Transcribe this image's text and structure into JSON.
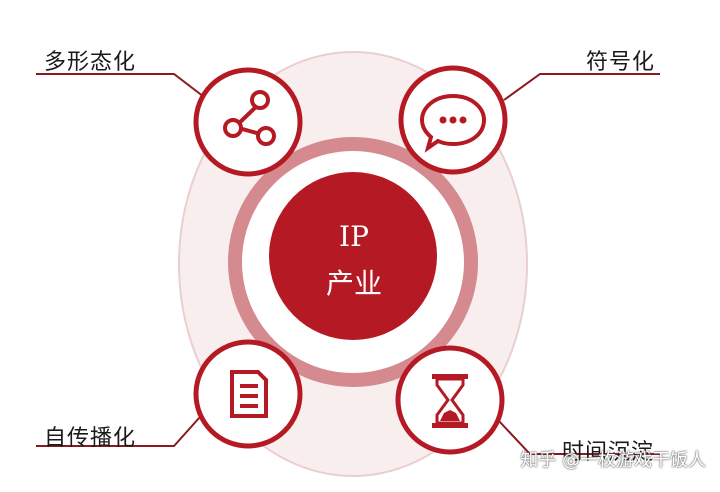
{
  "colors": {
    "primary": "#b51a24",
    "ring": "#d48a8e",
    "outer": "#f3e2e3",
    "line": "#8a1a20"
  },
  "center": {
    "line1": "IP",
    "line2": "产业"
  },
  "nodes": [
    {
      "label": "多形态化",
      "icon": "share-nodes-icon"
    },
    {
      "label": "符号化",
      "icon": "chat-bubble-icon"
    },
    {
      "label": "自传播化",
      "icon": "document-icon"
    },
    {
      "label": "时间沉淀",
      "icon": "hourglass-icon"
    }
  ],
  "watermark": "知乎 @一枚游戏干饭人"
}
